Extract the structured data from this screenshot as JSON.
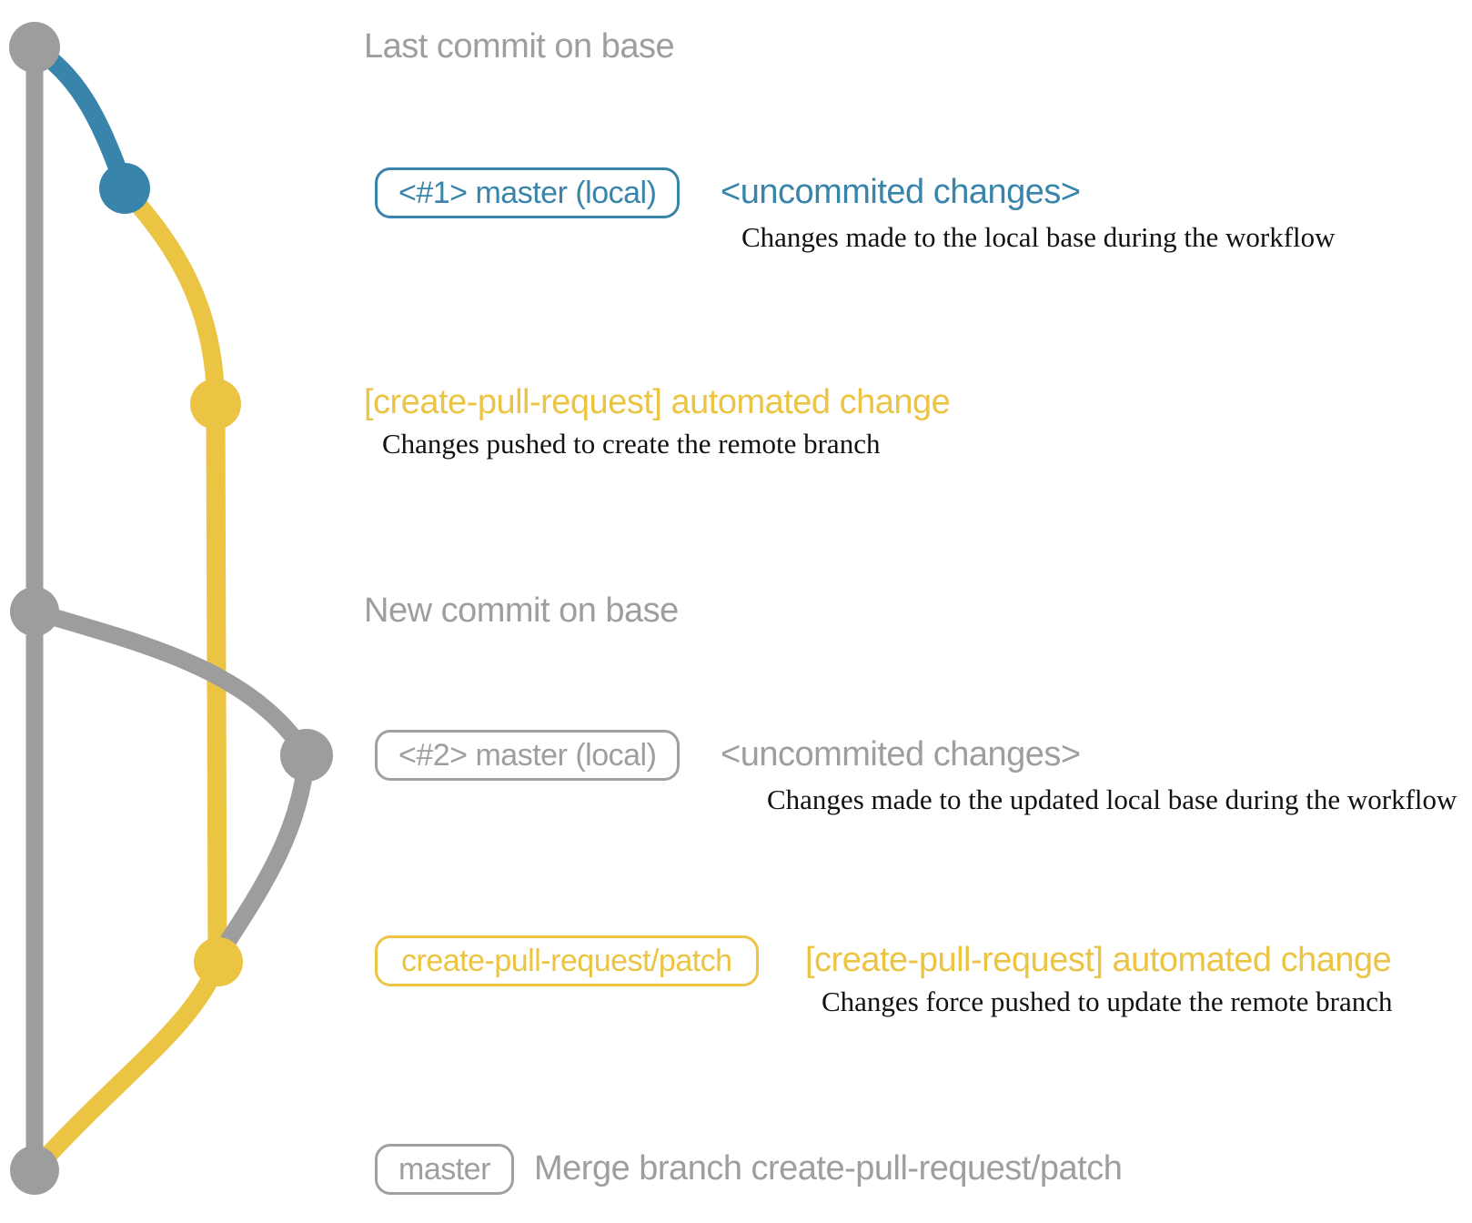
{
  "diagram": {
    "title_context": "git commit graph for create-pull-request workflow",
    "colors": {
      "gray_line": "#9d9d9d",
      "gray_text": "#9e9e9e",
      "blue": "#3884ab",
      "yellow": "#ecc444",
      "note_black": "#111111"
    },
    "rows": {
      "last_commit": {
        "label": "Last commit on base"
      },
      "commit1": {
        "tag": "<#1> master (local)",
        "message": "<uncommited changes>",
        "description": "Changes made to the local base during the workflow"
      },
      "push1": {
        "message": "[create-pull-request] automated change",
        "description": "Changes pushed to create the remote branch"
      },
      "new_commit": {
        "label": "New commit on base"
      },
      "commit2": {
        "tag": "<#2> master (local)",
        "message": "<uncommited changes>",
        "description": "Changes made to the updated local base during the workflow"
      },
      "push2": {
        "tag": "create-pull-request/patch",
        "message": "[create-pull-request] automated change",
        "description": "Changes force pushed to update the remote branch"
      },
      "merge": {
        "tag": "master",
        "message": "Merge branch create-pull-request/patch"
      }
    }
  }
}
